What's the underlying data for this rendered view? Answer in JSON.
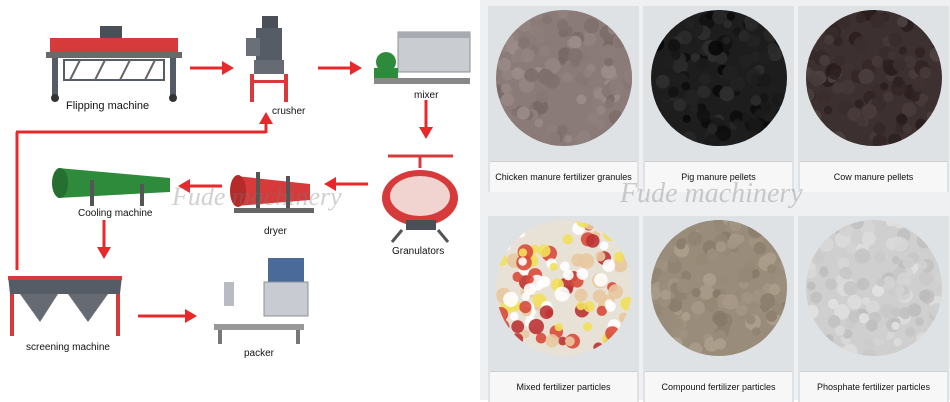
{
  "process": {
    "flipping": "Flipping machine",
    "crusher": "crusher",
    "mixer": "mixer",
    "granulators": "Granulators",
    "dryer": "dryer",
    "cooling": "Cooling machine",
    "screening": "screening machine",
    "packer": "packer"
  },
  "watermark": "Fude machinery",
  "products": [
    {
      "label": "Chicken manure fertilizer granules",
      "color": "#8a7b78"
    },
    {
      "label": "Pig manure pellets",
      "color": "#1d1d1d"
    },
    {
      "label": "Cow manure pellets",
      "color": "#3d3030"
    },
    {
      "label": "Mixed fertilizer particles",
      "color": "#e8e1d6"
    },
    {
      "label": "Compound fertilizer particles",
      "color": "#9a8c7a"
    },
    {
      "label": "Phosphate fertilizer particles",
      "color": "#cfcfcf"
    }
  ],
  "colors": {
    "arrow": "#e8282a",
    "machine_red": "#d73a3a",
    "machine_green": "#2e8b3c",
    "machine_gray": "#555c66"
  }
}
